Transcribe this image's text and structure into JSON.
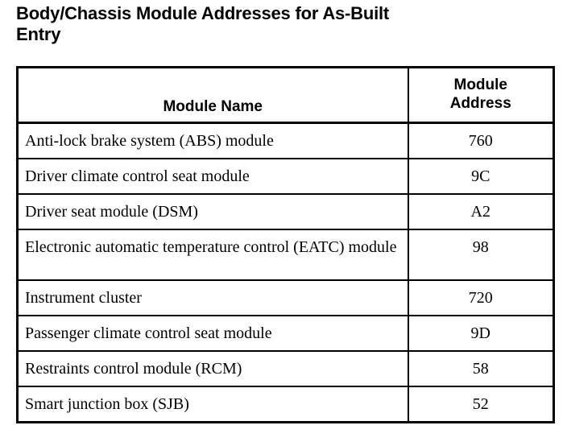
{
  "document": {
    "title": "Body/Chassis Module Addresses for As-Built\nEntry"
  },
  "table": {
    "headers": {
      "name": "Module Name",
      "address": "Module\nAddress"
    },
    "rows": [
      {
        "name": "Anti-lock brake system (ABS) module",
        "address": "760"
      },
      {
        "name": "Driver climate control seat module",
        "address": "9C"
      },
      {
        "name": "Driver seat module (DSM)",
        "address": "A2"
      },
      {
        "name": "Electronic automatic temperature control (EATC) module",
        "address": "98"
      },
      {
        "name": "Instrument cluster",
        "address": "720"
      },
      {
        "name": "Passenger climate control seat module",
        "address": "9D"
      },
      {
        "name": "Restraints control module (RCM)",
        "address": "58"
      },
      {
        "name": "Smart junction box (SJB)",
        "address": "52"
      }
    ]
  },
  "colors": {
    "text": "#000000",
    "background": "#ffffff",
    "border": "#000000"
  }
}
